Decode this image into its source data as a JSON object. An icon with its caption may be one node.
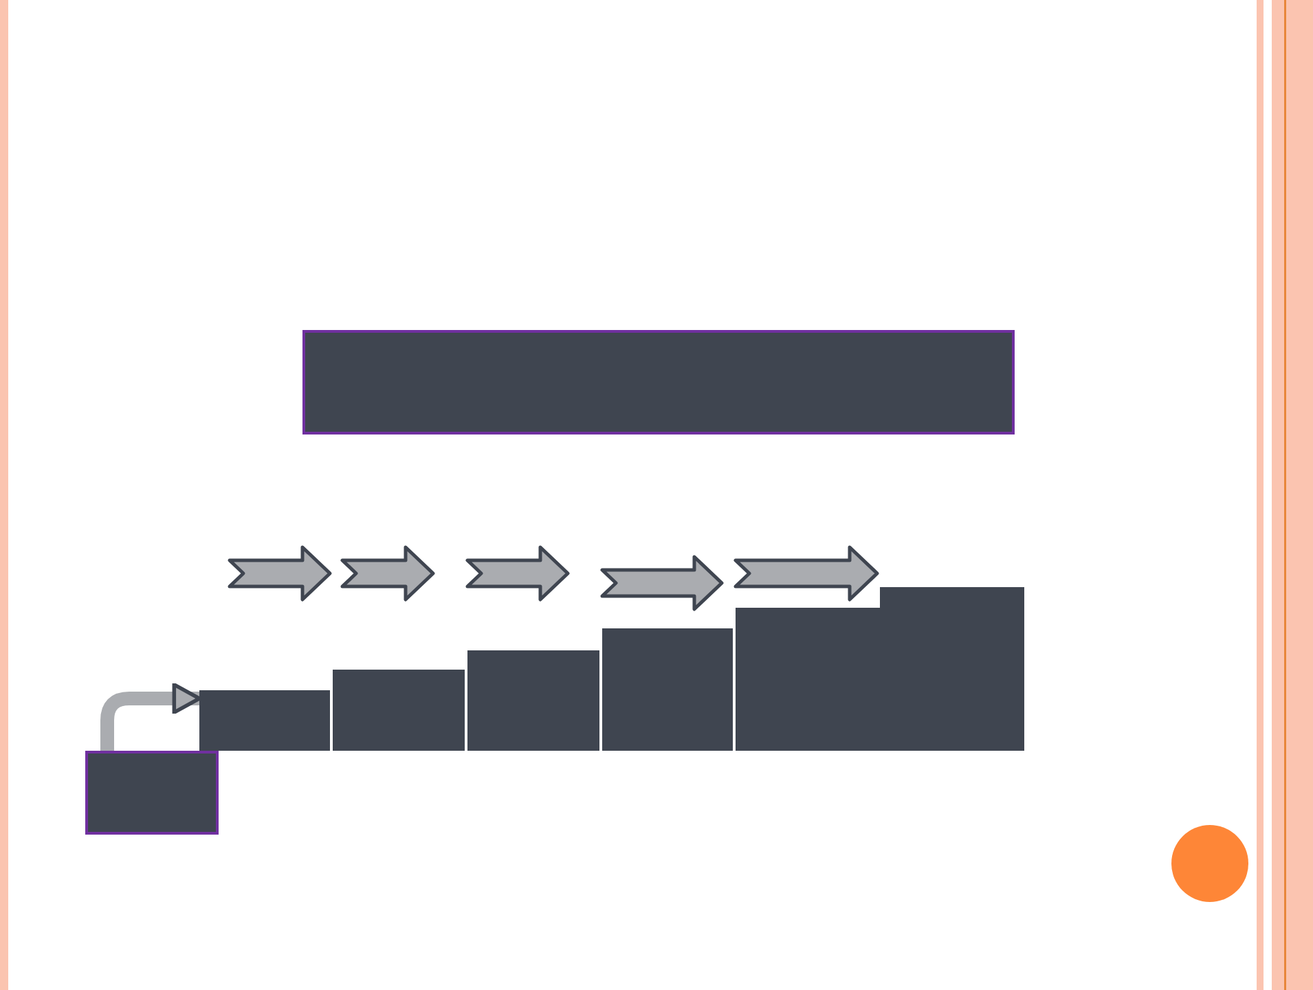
{
  "diagram": {
    "nodes": [
      {
        "text": [],
        "shape": "box"
      },
      {
        "text": [],
        "shape": "box"
      },
      {
        "text": [],
        "shape": "box"
      },
      {
        "text": [],
        "shape": "box"
      },
      {
        "text": [],
        "shape": "box"
      },
      {
        "text": [],
        "shape": "box"
      },
      {
        "text": [],
        "shape": "box"
      },
      {
        "text": [],
        "shape": "box"
      }
    ],
    "edges": [
      {
        "from": 1,
        "to": 2,
        "arrow": "to"
      },
      {
        "from": 2,
        "to": 3,
        "arrow": "to"
      },
      {
        "from": 3,
        "to": 4,
        "arrow": "to"
      },
      {
        "from": 4,
        "to": 5,
        "arrow": "to"
      },
      {
        "from": 5,
        "to": 6,
        "arrow": "to"
      },
      {
        "from": 6,
        "to": 7,
        "arrow": "to"
      }
    ]
  }
}
